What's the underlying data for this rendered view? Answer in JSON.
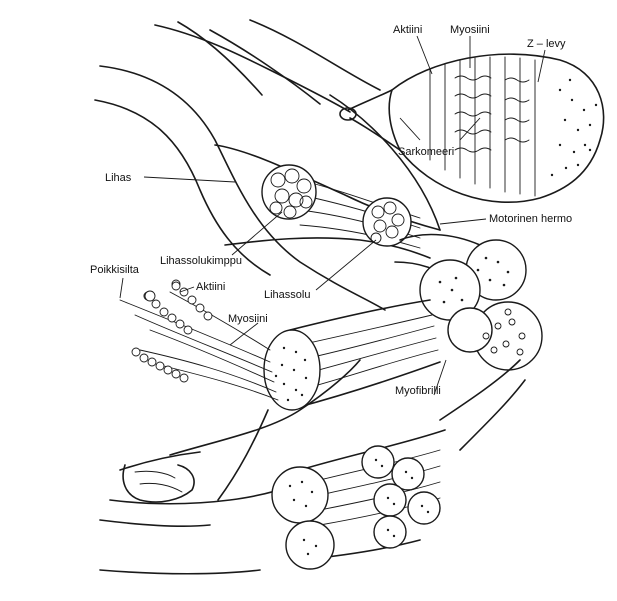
{
  "labels": {
    "aktiini_top": "Aktiini",
    "myosiini_top": "Myosiini",
    "z_levy": "Z – levy",
    "sarkomeeri": "Sarkomeeri",
    "lihas": "Lihas",
    "motorinen_hermo": "Motorinen hermo",
    "lihassolukimppu": "Lihassolukimppu",
    "lihassolu": "Lihassolu",
    "poikkisilta": "Poikkisilta",
    "aktiini_left": "Aktiini",
    "myosiini_left": "Myosiini",
    "myofibrilli": "Myofibrilli"
  }
}
